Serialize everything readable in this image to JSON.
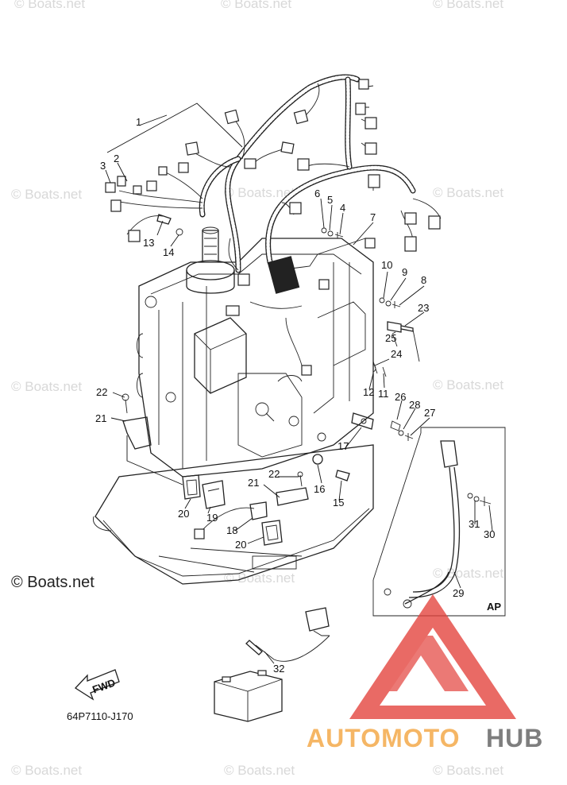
{
  "watermark": {
    "text": "© Boats.net",
    "large_text": "© Boats.net"
  },
  "diagram_code": "64P7110-J170",
  "fwd_label": "FWD",
  "inset_label": "AP",
  "callouts": [
    "1",
    "2",
    "3",
    "4",
    "5",
    "6",
    "7",
    "8",
    "9",
    "10",
    "11",
    "12",
    "13",
    "14",
    "15",
    "16",
    "17",
    "18",
    "19",
    "20",
    "20",
    "21",
    "21",
    "22",
    "22",
    "23",
    "24",
    "25",
    "26",
    "27",
    "28",
    "29",
    "30",
    "31",
    "32"
  ],
  "brand": {
    "part1": "AUTOMOTO",
    "part2": "HUB",
    "color_orange": "#f3a23a",
    "color_red": "#e3413b",
    "color_gray": "#5b5b5b"
  }
}
